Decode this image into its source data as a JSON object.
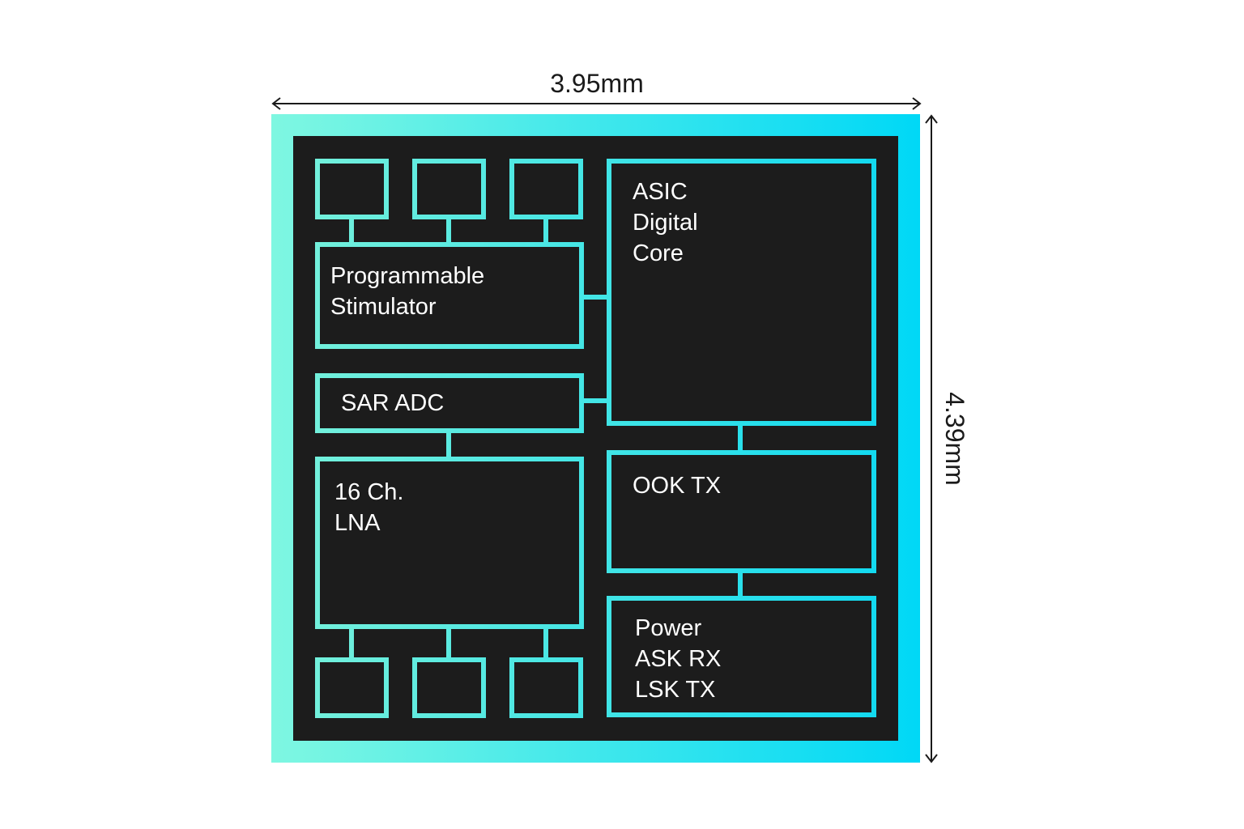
{
  "dimensions": {
    "width_label": "3.95mm",
    "height_label": "4.39mm"
  },
  "blocks": {
    "stimulator": [
      "Programmable",
      "Stimulator"
    ],
    "sar_adc": [
      "SAR ADC"
    ],
    "lna": [
      "16 Ch.",
      "LNA"
    ],
    "asic_core": [
      "ASIC",
      "Digital",
      "Core"
    ],
    "ook_tx": [
      "OOK TX"
    ],
    "power": [
      "Power",
      "ASK RX",
      "LSK TX"
    ]
  },
  "colors": {
    "gradient_start": "#7ff7e1",
    "gradient_end": "#00d8f6",
    "die_fill": "#1c1c1c",
    "block_stroke_left": "#72f0dc",
    "block_stroke_right": "#12daf0",
    "dimension_line": "#1a1a1a"
  }
}
